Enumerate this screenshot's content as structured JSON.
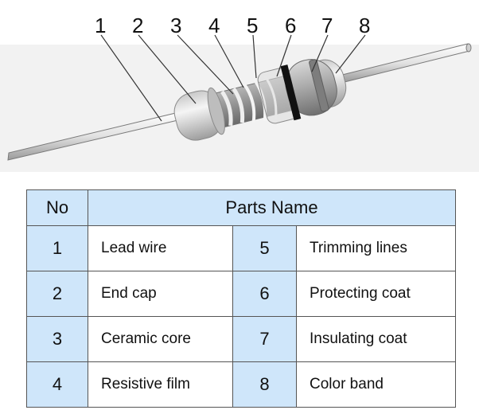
{
  "callouts": [
    "1",
    "2",
    "3",
    "4",
    "5",
    "6",
    "7",
    "8"
  ],
  "table": {
    "header_no": "No",
    "header_name": "Parts Name",
    "rows": [
      {
        "left_no": "1",
        "left_name": "Lead wire",
        "right_no": "5",
        "right_name": "Trimming lines"
      },
      {
        "left_no": "2",
        "left_name": "End cap",
        "right_no": "6",
        "right_name": "Protecting coat"
      },
      {
        "left_no": "3",
        "left_name": "Ceramic core",
        "right_no": "7",
        "right_name": "Insulating coat"
      },
      {
        "left_no": "4",
        "left_name": "Resistive film",
        "right_no": "8",
        "right_name": "Color band"
      }
    ]
  },
  "colors": {
    "table_header_bg": "#cfe6fa",
    "table_border": "#555555",
    "bg_panel": "#f2f2f2",
    "body_gray": "#9a9a9a",
    "band_black": "#111111"
  }
}
